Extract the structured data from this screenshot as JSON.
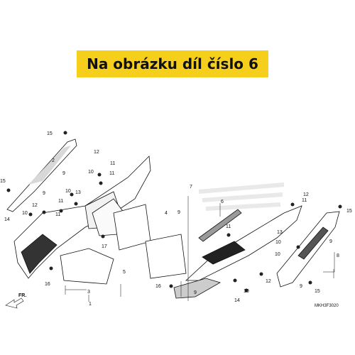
{
  "banner": {
    "text": "Na obrázku díl číslo 6"
  },
  "diagram": {
    "code": "MKH3F3020",
    "direction": "FR.",
    "labels": {
      "n1": "1",
      "n2": "2",
      "n3": "3",
      "n4": "4",
      "n5": "5",
      "n6": "6",
      "n7": "7",
      "n8": "8",
      "n9a": "9",
      "n9b": "9",
      "n9c": "9",
      "n9d": "9",
      "n9e": "9",
      "n9f": "9",
      "n10a": "10",
      "n10b": "10",
      "n10c": "10",
      "n10d": "10",
      "n10e": "10",
      "n10f": "10",
      "n11a": "11",
      "n11b": "11",
      "n11c": "11",
      "n11d": "11",
      "n11e": "11",
      "n11f": "11",
      "n12a": "12",
      "n12b": "12",
      "n12c": "12",
      "n12d": "12",
      "n13a": "13",
      "n13b": "13",
      "n14a": "14",
      "n14b": "14",
      "n15a": "15",
      "n15b": "15",
      "n15c": "15",
      "n15d": "15",
      "n16a": "16",
      "n16b": "16",
      "n17": "17"
    }
  }
}
